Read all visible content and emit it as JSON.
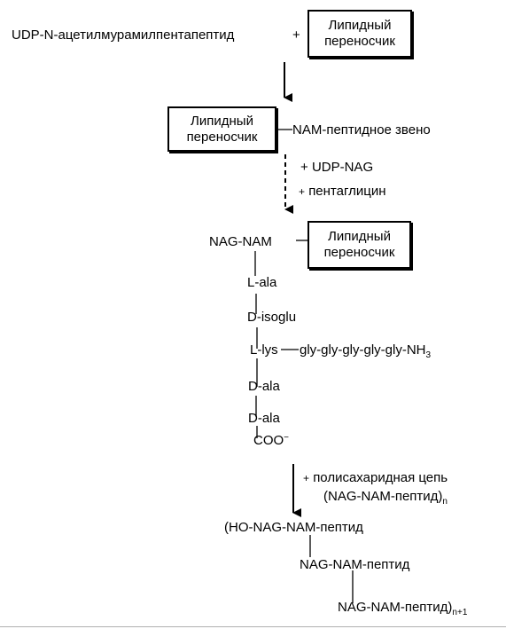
{
  "step1": {
    "substrate": "UDP-N-ацетилмурамилпентапептид",
    "plus": "+",
    "carrier_line1": "Липидный",
    "carrier_line2": "переносчик"
  },
  "step2": {
    "carrier_line1": "Липидный",
    "carrier_line2": "переносчик",
    "unit": "NAM-пептидное звено"
  },
  "reagents1": {
    "plus1": "+",
    "udp_nag": "UDP-NAG",
    "plus2": "+",
    "pentaglycine": "пентаглицин"
  },
  "step3": {
    "nag_nam": "NAG-NAM",
    "carrier_line1": "Липидный",
    "carrier_line2": "переносчик",
    "l_ala_prefix": "L",
    "l_ala_suffix": "-ala",
    "d_isoglu_prefix": "D",
    "d_isoglu_suffix": "-isoglu",
    "l_lys_prefix": "L",
    "l_lys_suffix": "-lys",
    "glycine_chain": "gly-gly-gly-gly-gly-NH",
    "glycine_sub": "3",
    "d_ala1_prefix": "D",
    "d_ala1_suffix": "-ala",
    "d_ala2_prefix": "D",
    "d_ala2_suffix": "-ala",
    "coo": "COO",
    "coo_charge": "−"
  },
  "reagents2": {
    "plus": "+",
    "line1": "полисахаридная цепь",
    "line2": "(NAG-NAM-пептид)",
    "line2_sub": "n"
  },
  "product": {
    "line1": "(HO-NAG-NAM-пептид",
    "line2": "NAG-NAM-пептид",
    "line3": "NAG-NAM-пептид)",
    "line3_sub": "n+1"
  }
}
